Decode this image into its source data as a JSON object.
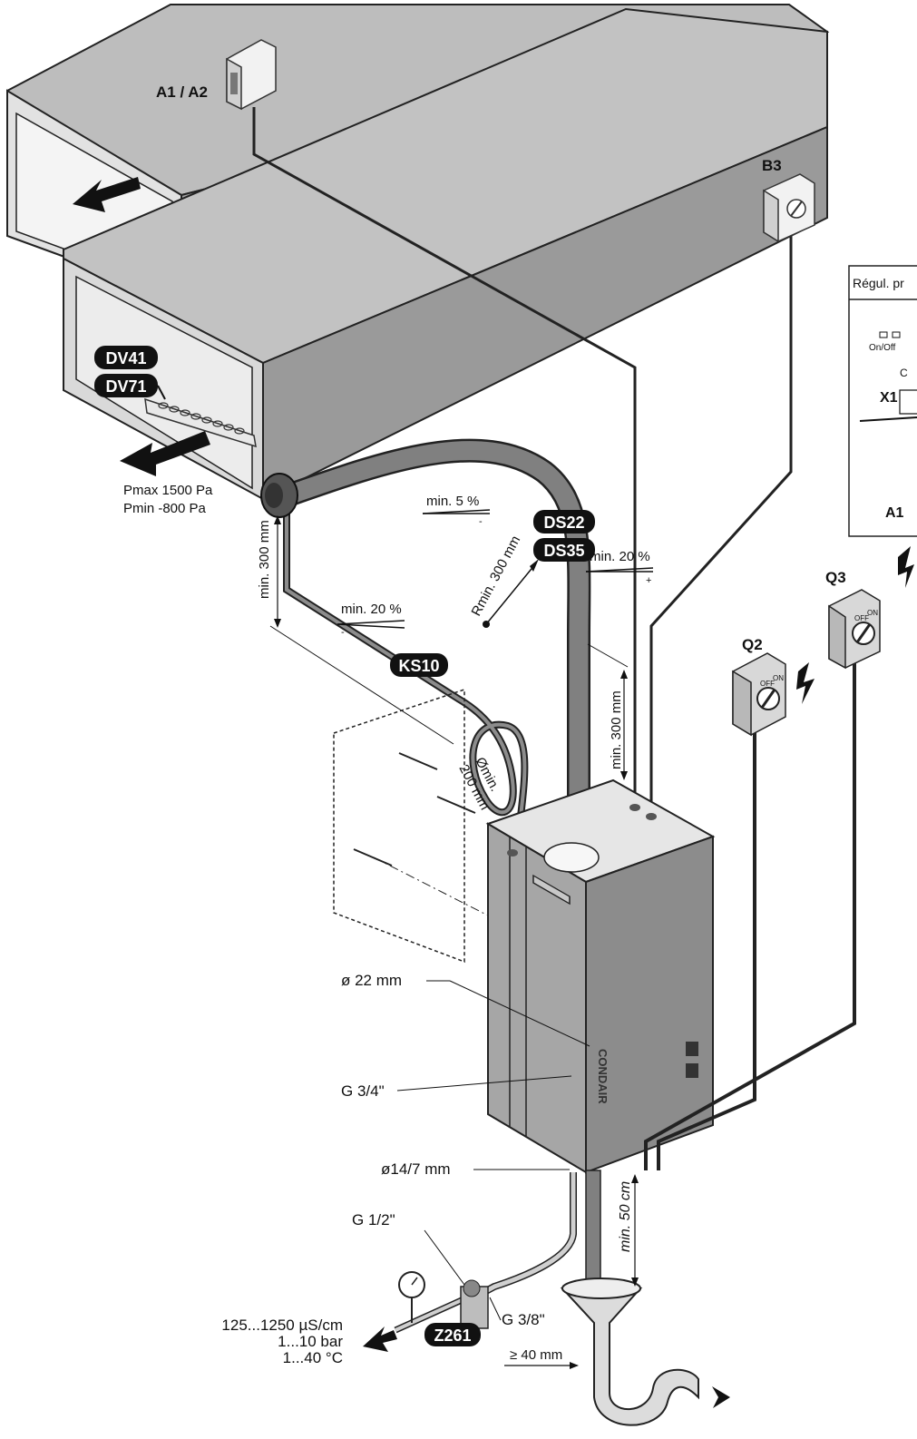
{
  "duct_labels": {
    "a1a2": "A1 / A2",
    "b3": "B3",
    "pmax": "Pmax 1500 Pa",
    "pmin": "Pmin  -800 Pa"
  },
  "tags": {
    "dv41": "DV41",
    "dv71": "DV71",
    "ds22": "DS22",
    "ds35": "DS35",
    "ks10": "KS10",
    "z261": "Z261"
  },
  "slopes": {
    "hose_top": "min. 5 %",
    "hose_top_sign": "-",
    "right": "min. 20 %",
    "right_sign": "+",
    "left": "min. 20 %",
    "left_sign": "-"
  },
  "dimensions": {
    "min300_left": "min. 300 mm",
    "radius": "Rmin. 300 mm",
    "loop_line1": "Ømin.",
    "loop_line2": "200 mm",
    "min300_right": "min. 300 mm",
    "min50cm": "min. 50 cm",
    "ge40": "≥ 40 mm"
  },
  "callouts": {
    "d22": "ø 22 mm",
    "g34": "G 3/4\"",
    "d147": "ø14/7 mm",
    "g12": "G 1/2\"",
    "g38": "G 3/8\""
  },
  "water": {
    "line1": "125...1250 µS/cm",
    "line2": "1...10 bar",
    "line3": "1...40 °C"
  },
  "switches": {
    "q2": "Q2",
    "q3": "Q3",
    "off": "OFF",
    "on": "ON"
  },
  "panel": {
    "title": "Régul. pr",
    "onoff": "On/Off",
    "c": "C",
    "x1": "X1",
    "a1": "A1"
  },
  "brand": "CONDAIR",
  "colors": {
    "duct_top": "#bdbdbd",
    "duct_side": "#9a9a9a",
    "duct_inner": "#d8d8d8",
    "hose": "#7f7f7f",
    "unit_front": "#a6a6a6",
    "unit_side": "#8c8c8c",
    "unit_top": "#e6e6e6",
    "tag_bg": "#111111"
  }
}
